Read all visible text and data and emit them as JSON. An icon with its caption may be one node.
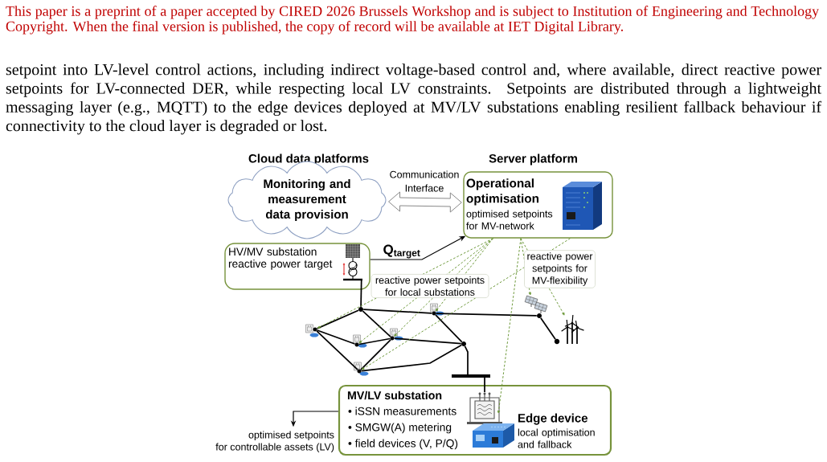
{
  "diagram": {
    "nodes": [
      {
        "text": [
          "Cloud data platforms",
          "Monitoring and measurement data provision"
        ]
      },
      {
        "text": [
          "Server platform",
          "Operational optimisation",
          "optimised setpoints for MV-network"
        ]
      },
      {
        "text": [
          "HV/MV substation reactive power target"
        ]
      },
      {
        "text": [],
        "shape": "picture"
      },
      {
        "text": [],
        "shape": "picture"
      },
      {
        "text": [],
        "shape": "picture"
      },
      {
        "text": [],
        "shape": "circle"
      },
      {
        "text": [],
        "shape": "picture"
      },
      {
        "text": [],
        "shape": "picture"
      },
      {
        "text": [],
        "shape": "circle"
      },
      {
        "text": [],
        "shape": "bar"
      },
      {
        "text": [],
        "shape": "picture"
      },
      {
        "text": [],
        "shape": "circle"
      },
      {
        "text": [],
        "shape": "circle"
      },
      {
        "text": [],
        "shape": "picture"
      },
      {
        "text": [
          "MV/LV substation",
          "• iSSN measurements",
          "• SMGW(A) metering",
          "• field devices (V, P/Q)"
        ]
      },
      {
        "text": [],
        "shape": "picture",
        "in": 15
      },
      {
        "text": [],
        "shape": "picture",
        "in": 15,
        "beside": [
          "Edge device",
          "local optimisation and fallback"
        ]
      },
      {
        "text": [
          "optimised setpoints for controllable assets (LV)"
        ]
      }
    ],
    "edges": [
      {
        "from": 0,
        "to": 1,
        "arrow": "both",
        "label": "Communication Interface",
        "style": "thick",
        "color": "#7f7f7f"
      },
      {
        "from": 2,
        "to": 1,
        "arrow": "to",
        "label": "Q$_{target}$"
      },
      {
        "from": 2,
        "to": 6,
        "arrow": "none"
      },
      {
        "from": 6,
        "to": 3,
        "arrow": "none"
      },
      {
        "from": 6,
        "to": 7,
        "arrow": "none"
      },
      {
        "from": 6,
        "to": 8,
        "arrow": "none"
      },
      {
        "from": 3,
        "to": 4,
        "arrow": "none"
      },
      {
        "from": 4,
        "to": 7,
        "arrow": "none"
      },
      {
        "from": 3,
        "to": 5,
        "arrow": "none"
      },
      {
        "from": 7,
        "to": 5,
        "arrow": "none"
      },
      {
        "from": 7,
        "to": 9,
        "arrow": "none"
      },
      {
        "from": 8,
        "to": 9,
        "arrow": "none"
      },
      {
        "from": 8,
        "to": 12,
        "arrow": "none"
      },
      {
        "from": 12,
        "to": 13,
        "arrow": "none"
      },
      {
        "from": 5,
        "to": 9,
        "arrow": "none"
      },
      {
        "from": 9,
        "to": 10,
        "arrow": "none"
      },
      {
        "from": 10,
        "to": 16,
        "arrow": "none"
      },
      {
        "from": 15,
        "to": 18,
        "arrow": "to"
      },
      {
        "from": 1,
        "to": 3,
        "arrow": "to",
        "style": "dashed",
        "color": "#6e9a3c",
        "label": "reactive power setpoints for local substations"
      },
      {
        "from": 1,
        "to": 4,
        "arrow": "to",
        "style": "dashed",
        "color": "#6e9a3c"
      },
      {
        "from": 1,
        "to": 5,
        "arrow": "to",
        "style": "dashed",
        "color": "#6e9a3c"
      },
      {
        "from": 1,
        "to": 7,
        "arrow": "to",
        "style": "dashed",
        "color": "#6e9a3c"
      },
      {
        "from": 1,
        "to": 8,
        "arrow": "to",
        "style": "dashed",
        "color": "#6e9a3c"
      },
      {
        "from": 1,
        "to": 11,
        "arrow": "to",
        "style": "dashed",
        "color": "#6e9a3c",
        "label": "reactive power setpoints for MV-flexibility"
      },
      {
        "from": 1,
        "to": 14,
        "arrow": "to",
        "style": "dashed",
        "color": "#6e9a3c"
      },
      {
        "from": 1,
        "to": 16,
        "arrow": "to",
        "style": "dashed",
        "color": "#6e9a3c"
      }
    ],
    "labels": [
      "This paper is a preprint of a paper accepted by CIRED 2026 Brussels Workshop and is subject to Institution of Engineering and Technology Copyright. When the final version is published, the copy of record will be available at IET Digital Library.",
      "setpoint into LV-level control actions, including indirect voltage-based control and, where available, direct reactive power setpoints for LV-connected DER, while respecting local LV constraints. Setpoints are distributed through a lightweight messaging layer (e.g., MQTT) to the edge devices deployed at MV/LV substations enabling resilient fallback behaviour if connectivity to the cloud layer is degraded or lost."
    ]
  }
}
